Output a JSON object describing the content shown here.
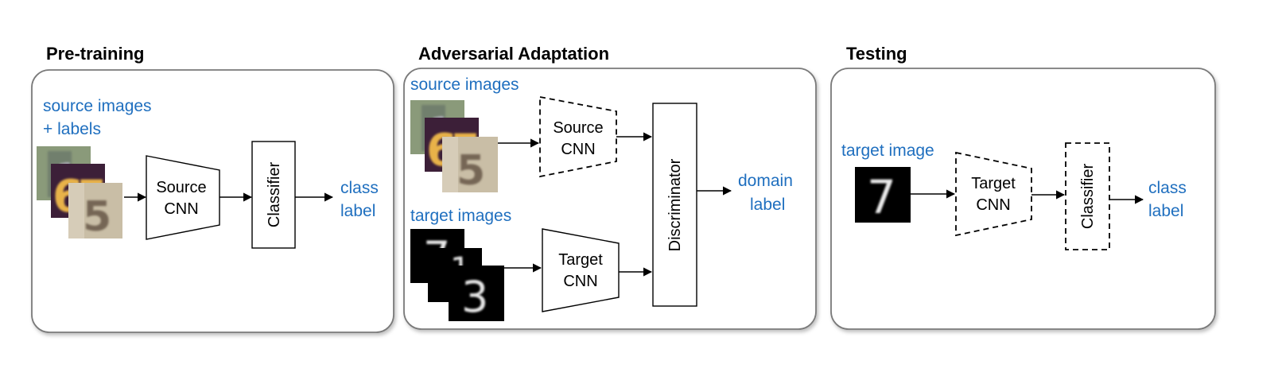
{
  "panels": {
    "pretraining": {
      "title": "Pre-training",
      "input_line1": "source images",
      "input_line2": "+ labels",
      "encoder_line1": "Source",
      "encoder_line2": "CNN",
      "classifier": "Classifier",
      "output_line1": "class",
      "output_line2": "label"
    },
    "adaptation": {
      "title": "Adversarial Adaptation",
      "source_input": "source images",
      "target_input": "target images",
      "source_encoder_line1": "Source",
      "source_encoder_line2": "CNN",
      "target_encoder_line1": "Target",
      "target_encoder_line2": "CNN",
      "discriminator": "Discriminator",
      "output_line1": "domain",
      "output_line2": "label"
    },
    "testing": {
      "title": "Testing",
      "input": "target image",
      "encoder_line1": "Target",
      "encoder_line2": "CNN",
      "classifier": "Classifier",
      "output_line1": "class",
      "output_line2": "label"
    }
  },
  "thumbnails": {
    "source_digits": [
      "1",
      "6",
      "7",
      "5"
    ],
    "target_digits": [
      "7",
      "1",
      "3"
    ],
    "test_digit": "7"
  },
  "colors": {
    "label_blue": "#1f6fbf",
    "panel_border": "#7a7a7a",
    "line": "#000000"
  }
}
